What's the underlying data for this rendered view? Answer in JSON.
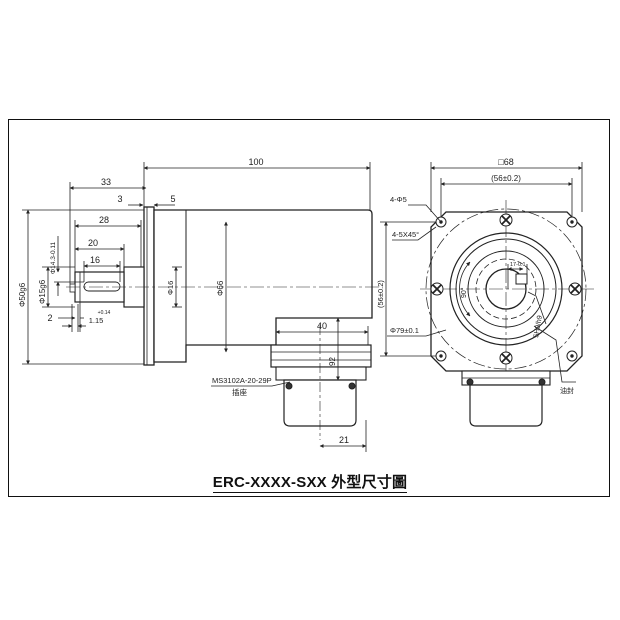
{
  "caption": "ERC-XXXX-SXX 外型尺寸圖",
  "side_view": {
    "dim_100": "100",
    "dim_33": "33",
    "dim_3": "3",
    "dim_5": "5",
    "dim_28": "28",
    "dim_20": "20",
    "dim_16": "16",
    "dim_2": "2",
    "dim_115": "1.15",
    "dim_115_tol": "+0.14",
    "dia_50": "Φ50g6",
    "dia_15": "Φ15g6",
    "dia_14": "Φ14.3-0.11",
    "dia_16": "Φ16",
    "dia_66": "Φ66",
    "dim_40": "40",
    "dim_92": "92",
    "dim_21": "21",
    "connector_model": "MS3102A-20-29P",
    "connector_note": "插座"
  },
  "front_view": {
    "dim_68": "□68",
    "dim_56_top": "(56±0.2)",
    "hole_label": "4-Φ5",
    "chamfer_label": "4-5X45°",
    "dim_56_side": "(56±0.2)",
    "pcd_label": "Φ79±0.1",
    "keyway_label": "17-0.1",
    "keyway_fit": "5H9/h9",
    "angle_label": "90°",
    "seal_note": "油封"
  }
}
